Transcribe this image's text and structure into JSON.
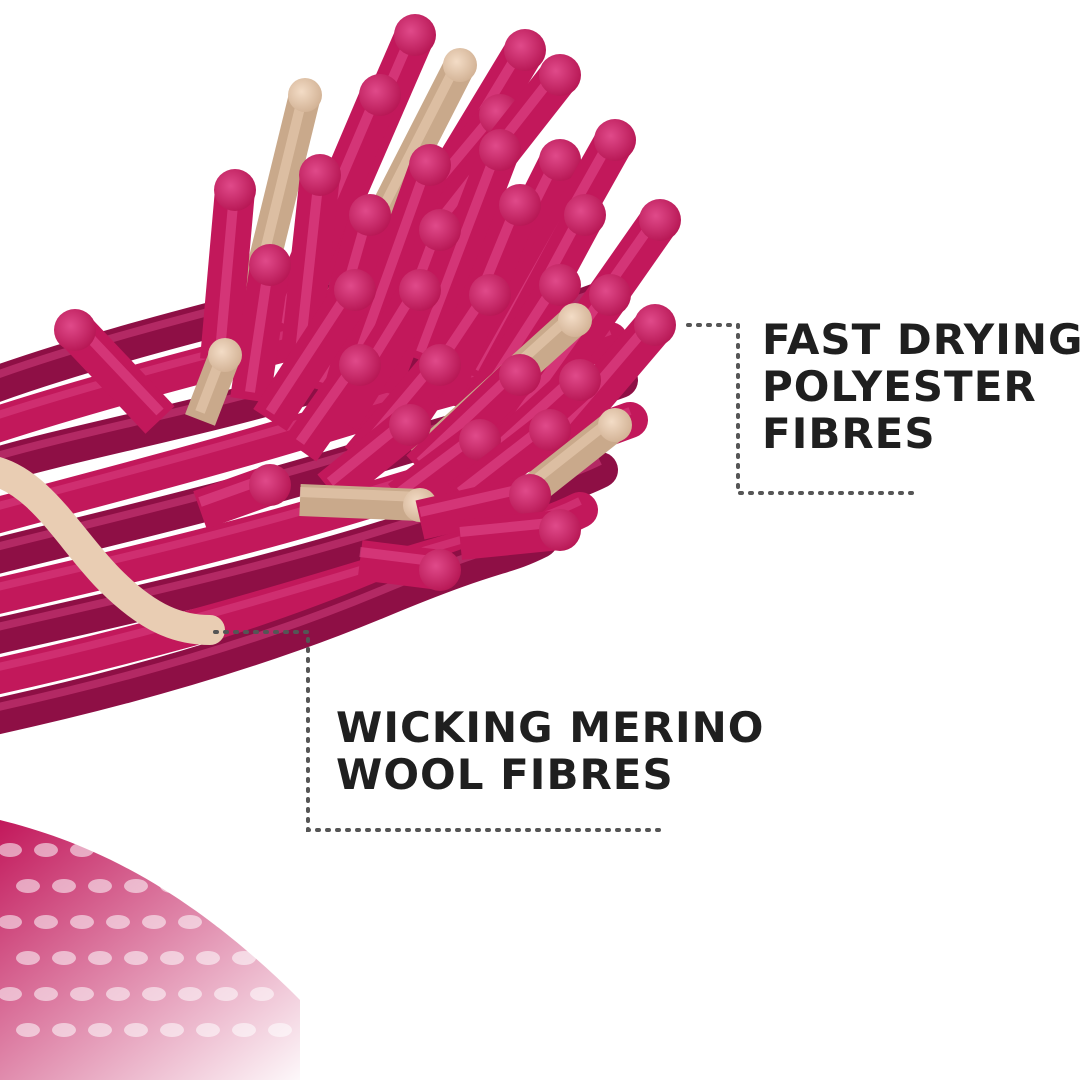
{
  "labels": {
    "polyester": {
      "lines": [
        "FAST DRYING",
        "POLYESTER",
        "FIBRES"
      ]
    },
    "merino": {
      "lines": [
        "WICKING MERINO",
        "WOOL FIBRES"
      ]
    }
  },
  "colors": {
    "wool_fibre": "#c2185b",
    "wool_fibre_light": "#e04a8a",
    "wool_fibre_dark": "#8e0f45",
    "polyester_fibre": "#e9cdb3",
    "polyester_fibre_dark": "#c9a98b",
    "leader_line": "#555555",
    "text": "#1f1f1f",
    "background": "#ffffff"
  }
}
